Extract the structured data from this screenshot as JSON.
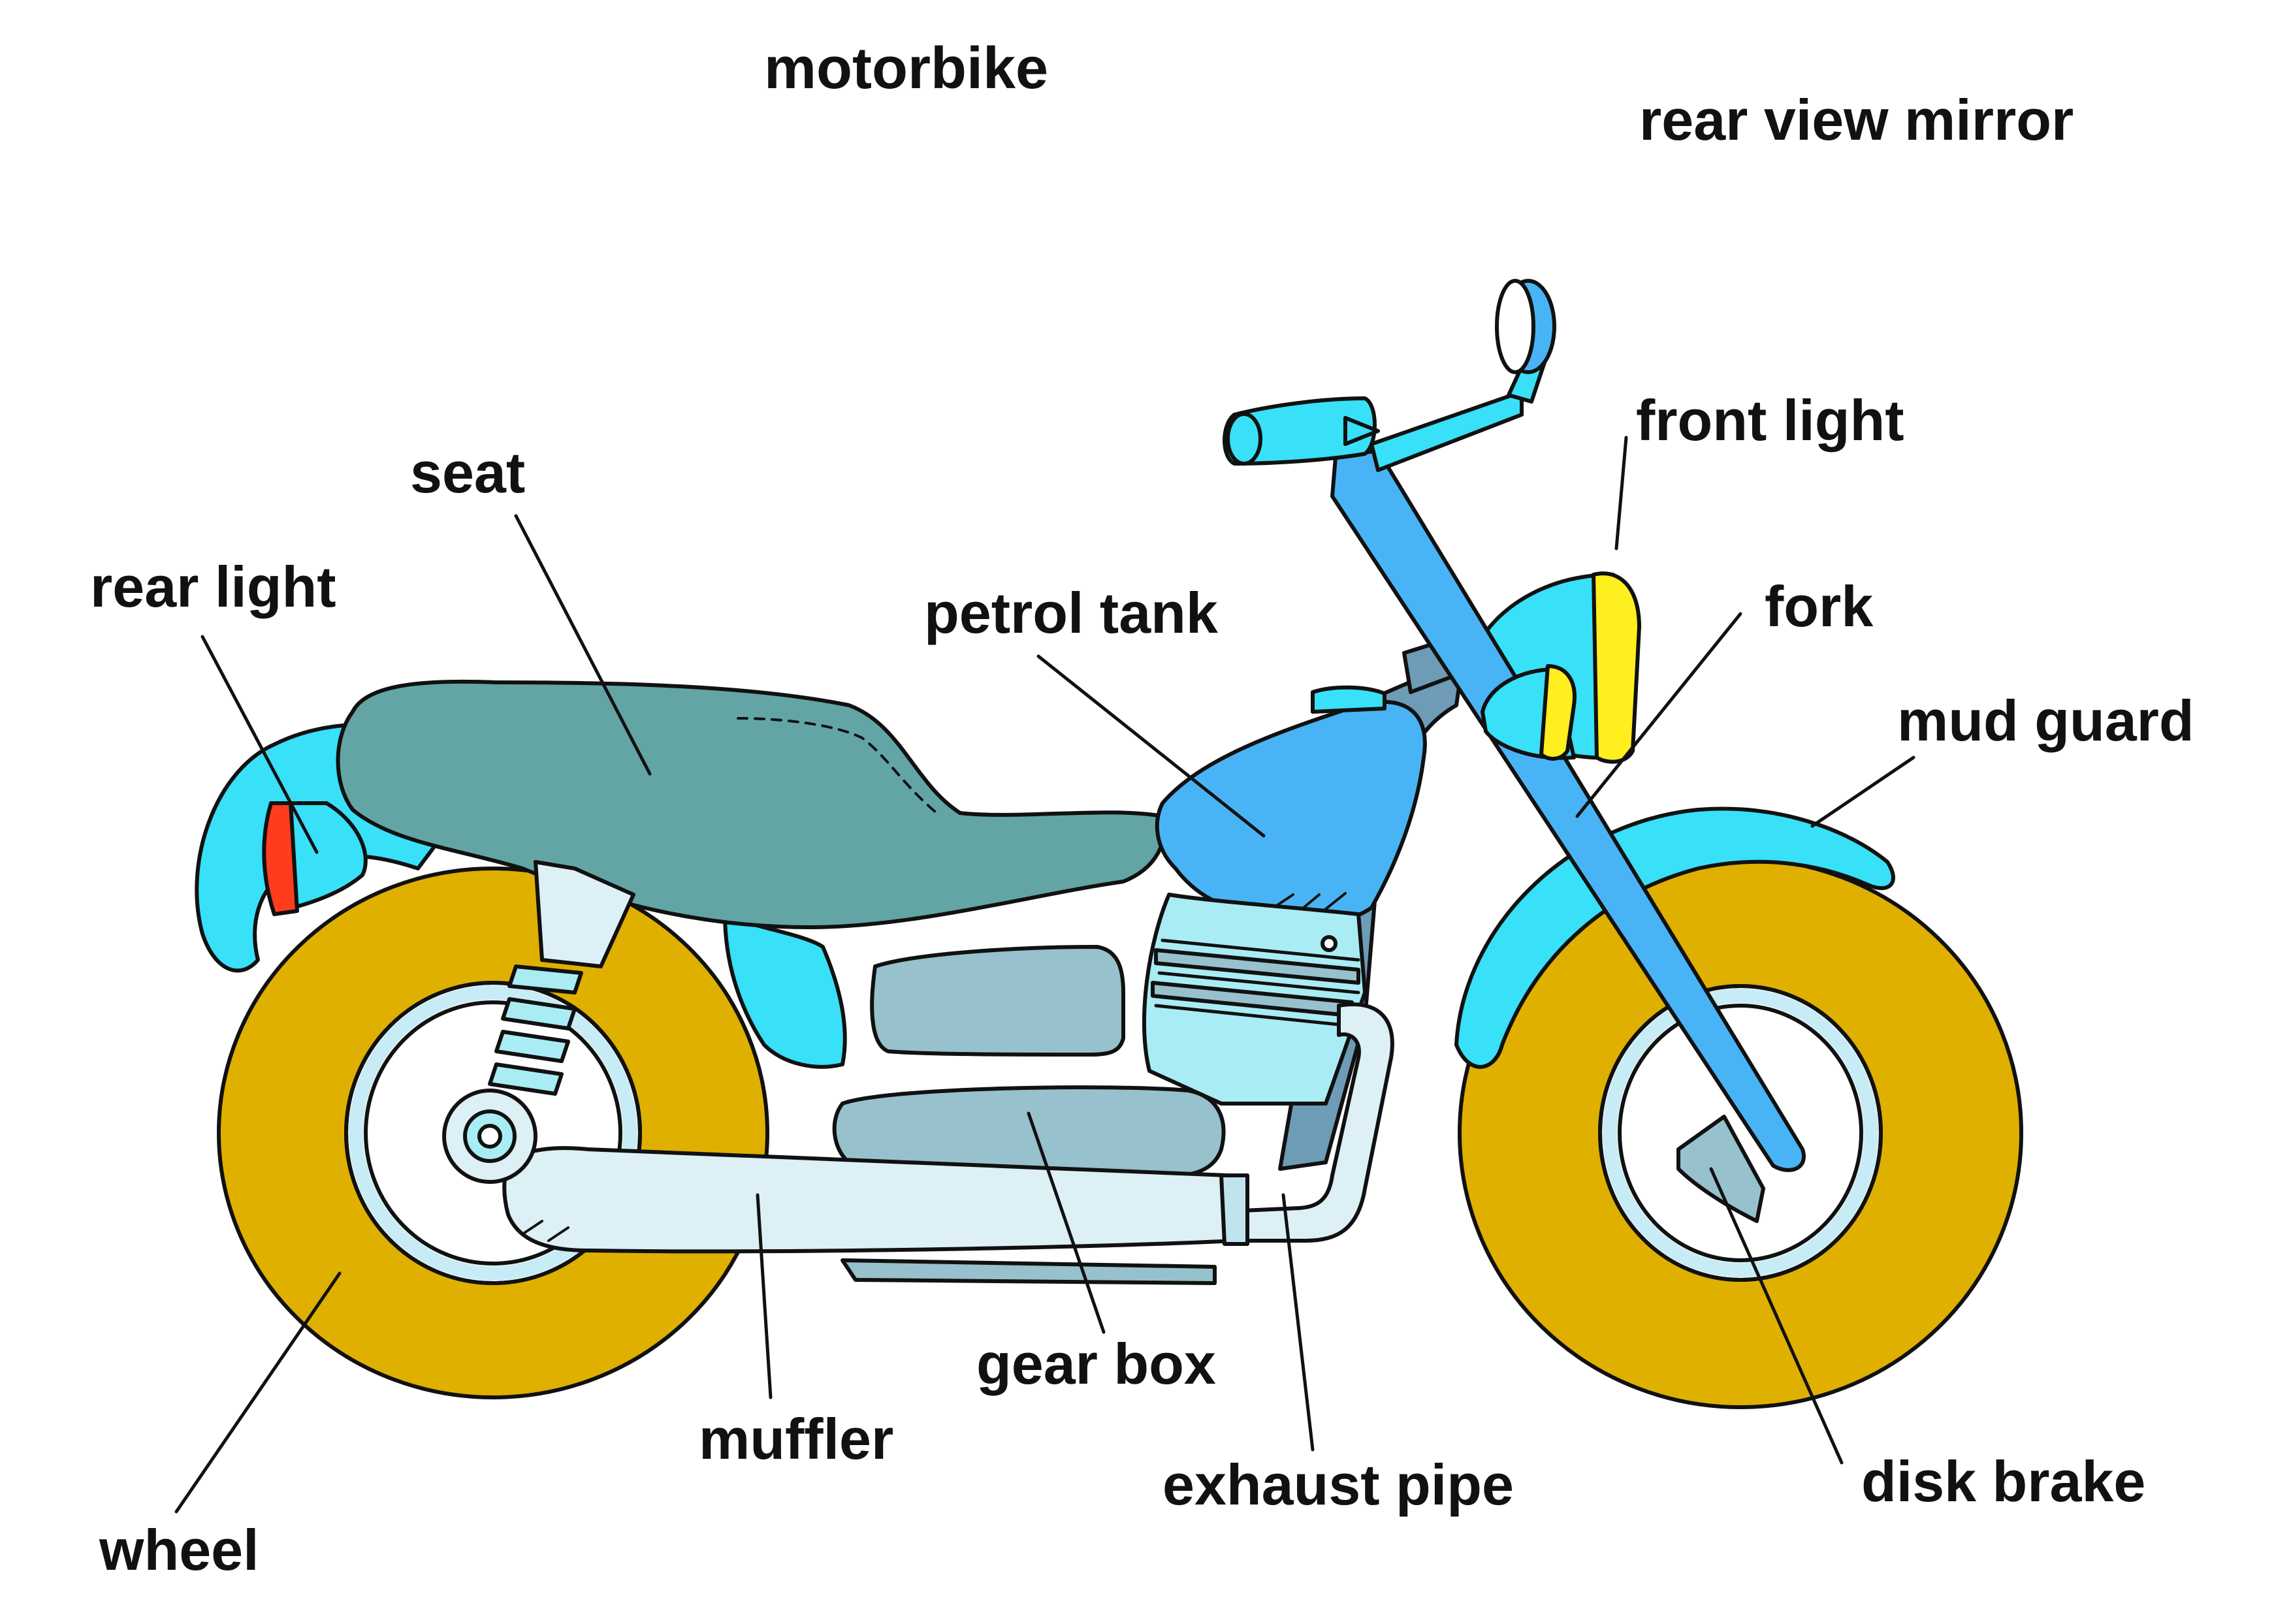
{
  "title": "motorbike",
  "labels": {
    "rear_view_mirror": "rear view mirror",
    "front_light": "front light",
    "seat": "seat",
    "rear_light": "rear light",
    "petrol_tank": "petrol tank",
    "fork": "fork",
    "mud_guard": "mud guard",
    "gear_box": "gear box",
    "muffler": "muffler",
    "exhaust_pipe": "exhaust pipe",
    "disk_brake": "disk brake",
    "wheel": "wheel"
  },
  "colors": {
    "outline": "#111111",
    "wheel": "#e0b000",
    "body_cyan": "#38e0f8",
    "seat": "#63a5a5",
    "tank": "#49b4f5",
    "fork": "#49b4f5",
    "frame": "#6e9bb5",
    "engine": "#97c1cc",
    "muffler": "#dcefF6",
    "rear_light": "#ff3c1e",
    "front_light_lens": "#ffef1e"
  }
}
